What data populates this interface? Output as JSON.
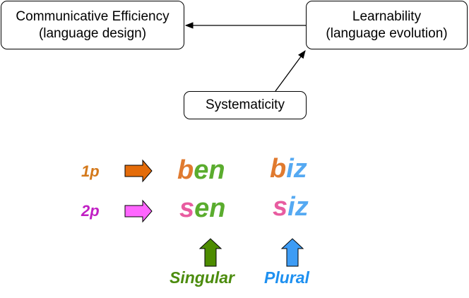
{
  "colors": {
    "orange": "#e07a2f",
    "green": "#5aac2e",
    "pink": "#e85ca0",
    "blue": "#55a9f2",
    "magenta": "#c11fc4",
    "pron_orange": "#d4791b",
    "singular_green": "#4c8c0e",
    "plural_blue": "#1e90f0",
    "arrow_orange": "#e46c0a",
    "arrow_pink": "#ff66ff",
    "arrow_green": "#4d8c00",
    "arrow_blue": "#3d9cf5"
  },
  "boxes": {
    "communicative_efficiency": {
      "line1": "Communicative Efficiency",
      "line2": "(language design)"
    },
    "learnability": {
      "line1": "Learnability",
      "line2": "(language evolution)"
    },
    "systematicity": {
      "line1": "Systematicity"
    }
  },
  "pronouns": {
    "first": "1p",
    "second": "2p"
  },
  "words": {
    "ben": {
      "stem": "b",
      "suffix": "en"
    },
    "biz": {
      "stem": "b",
      "suffix": "iz"
    },
    "sen": {
      "stem": "s",
      "suffix": "en"
    },
    "siz": {
      "stem": "s",
      "suffix": "iz"
    }
  },
  "labels": {
    "singular": "Singular",
    "plural": "Plural"
  }
}
